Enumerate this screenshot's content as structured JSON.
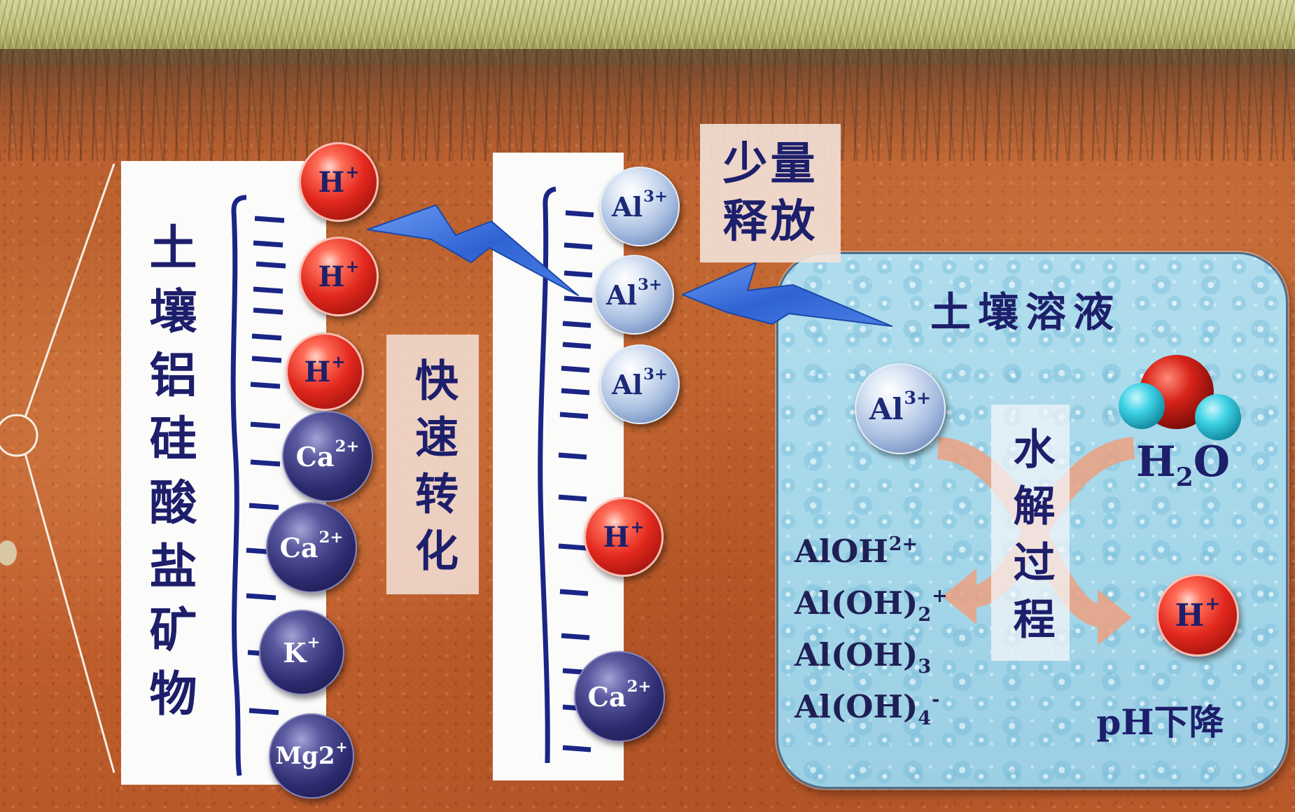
{
  "mineral_panel": {
    "title": "土壤铝硅酸盐矿物",
    "ions": [
      {
        "base": "H",
        "sup": "+"
      },
      {
        "base": "H",
        "sup": "+"
      },
      {
        "base": "H",
        "sup": "+"
      },
      {
        "base": "Ca",
        "sup": "2+"
      },
      {
        "base": "Ca",
        "sup": "2+"
      },
      {
        "base": "K",
        "sup": "+"
      },
      {
        "base": "Mg2",
        "sup": "+"
      }
    ]
  },
  "fast_conversion": {
    "label": "快速转化"
  },
  "exchange_panel": {
    "ions": [
      {
        "base": "Al",
        "sup": "3+"
      },
      {
        "base": "Al",
        "sup": "3+"
      },
      {
        "base": "Al",
        "sup": "3+"
      },
      {
        "base": "H",
        "sup": "+"
      },
      {
        "base": "Ca",
        "sup": "2+"
      }
    ]
  },
  "small_release": {
    "lines": [
      "少量",
      "释放"
    ]
  },
  "soil_solution": {
    "title": "土壤溶液",
    "aluminum_ion": {
      "base": "Al",
      "sup": "3+"
    },
    "water": {
      "base": "H",
      "sub": "2",
      "tail": "O"
    },
    "hydrolysis_label": "水解过程",
    "products": [
      {
        "base": "AlOH",
        "sup": "2+"
      },
      {
        "base": "Al(OH)",
        "sub": "2",
        "sup": "+"
      },
      {
        "base": "Al(OH)",
        "sub": "3"
      },
      {
        "base": "Al(OH)",
        "sub": "4",
        "sup": "-"
      }
    ],
    "hydrogen_ion": {
      "base": "H",
      "sup": "+"
    },
    "ph_label": "pH下降"
  },
  "colors": {
    "hydrogen_ion": "#e2281e",
    "aluminum_ion": "#a7bde0",
    "base_cation": "#2c2a6e",
    "text_navy": "#1d1f6b",
    "lightning": "#2f63d3",
    "hydrolysis_arrow": "#eba385",
    "soil": "#c3652f",
    "solution": "#a6d8ea",
    "surface_line": "#1a2585"
  }
}
